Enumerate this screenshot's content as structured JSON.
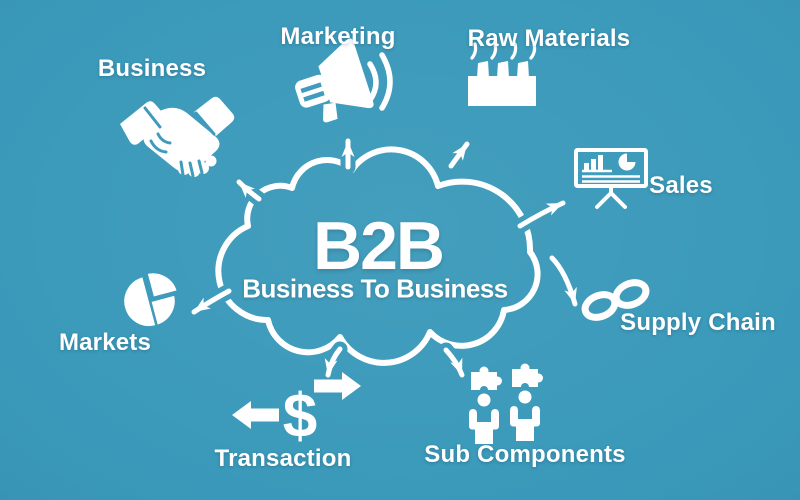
{
  "background_color": "#3a99ba",
  "foreground_color": "#ffffff",
  "center": {
    "title": "B2B",
    "subtitle": "Business To Business"
  },
  "nodes": [
    {
      "label": "Business",
      "icon": "handshake-icon"
    },
    {
      "label": "Marketing",
      "icon": "megaphone-icon"
    },
    {
      "label": "Raw Materials",
      "icon": "factory-icon"
    },
    {
      "label": "Sales",
      "icon": "presentation-chart-icon"
    },
    {
      "label": "Supply Chain",
      "icon": "chain-links-icon"
    },
    {
      "label": "Markets",
      "icon": "pie-chart-icon"
    },
    {
      "label": "Transaction",
      "icon": "dollar-exchange-icon"
    },
    {
      "label": "Sub Components",
      "icon": "puzzle-team-icon"
    }
  ],
  "glyphs": {
    "dollar": "$"
  }
}
